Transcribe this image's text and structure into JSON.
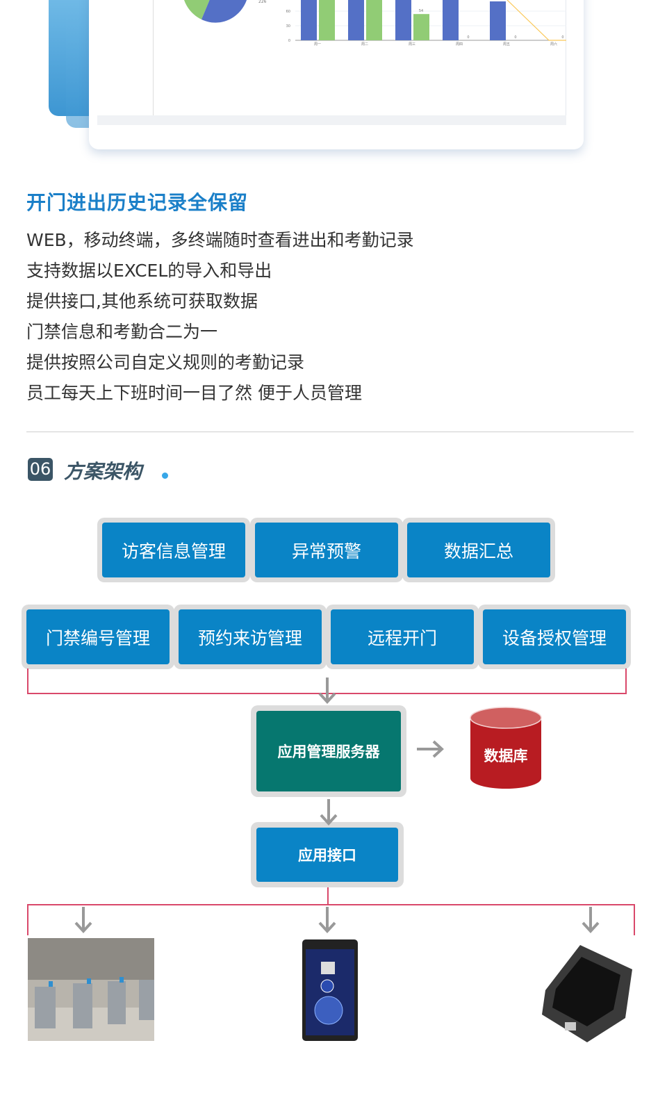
{
  "dashboard_chart": {
    "pie_label": "226",
    "y_ticks": [
      "0",
      "30",
      "60"
    ],
    "categories": [
      "周一",
      "周二",
      "周三",
      "周四",
      "周五",
      "周六"
    ],
    "series_blue": [
      90,
      90,
      90,
      90,
      80,
      null
    ],
    "series_green": [
      90,
      90,
      54,
      0,
      0,
      0
    ],
    "green_labels": [
      "",
      "",
      "54",
      "0",
      "0",
      "0"
    ],
    "colors": {
      "blue": "#5470c6",
      "green": "#91cc75",
      "line": "#fac858"
    }
  },
  "feature": {
    "title": "开门进出历史记录全保留",
    "lines": [
      "WEB，移动终端，多终端随时查看进出和考勤记录",
      "支持数据以EXCEL的导入和导出",
      "提供接口,其他系统可获取数据",
      "门禁信息和考勤合二为一",
      "提供按照公司自定义规则的考勤记录",
      "员工每天上下班时间一目了然 便于人员管理"
    ]
  },
  "section": {
    "number": "06",
    "title": "方案架构"
  },
  "architecture": {
    "top_row": [
      "访客信息管理",
      "异常预警",
      "数据汇总"
    ],
    "second_row": [
      "门禁编号管理",
      "预约来访管理",
      "远程开门",
      "设备授权管理"
    ],
    "server": "应用管理服务器",
    "database": "数据库",
    "api": "应用接口",
    "colors": {
      "blue": "#0a84c6",
      "teal": "#06776f",
      "db": "#b81c22",
      "connector": "#d9486a",
      "arrow": "#999999"
    }
  }
}
